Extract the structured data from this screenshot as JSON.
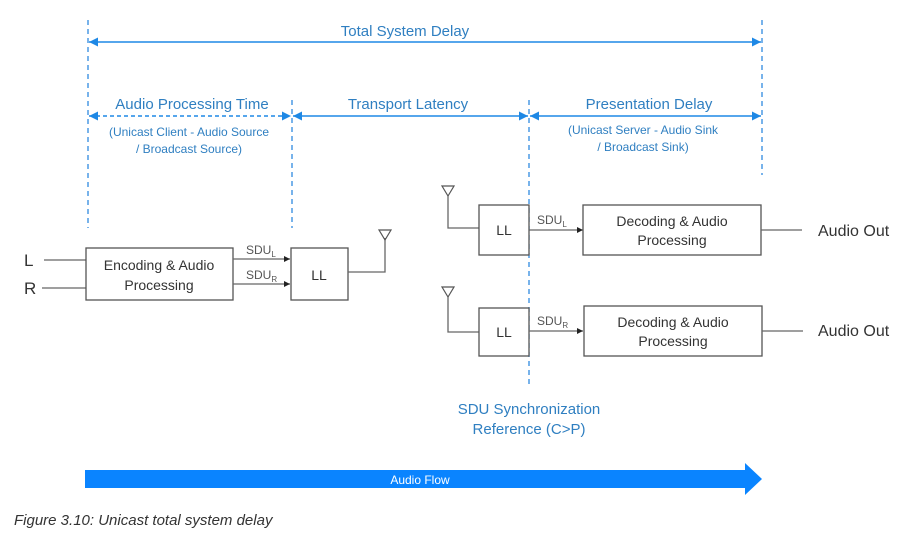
{
  "diagram": {
    "total_delay_label": "Total System Delay",
    "audio_processing_time_label": "Audio Processing Time",
    "audio_processing_sub_line1": "(Unicast Client - Audio Source",
    "audio_processing_sub_line2": "/ Broadcast Source)",
    "transport_latency_label": "Transport Latency",
    "presentation_delay_label": "Presentation Delay",
    "presentation_sub_line1": "(Unicast Server - Audio Sink",
    "presentation_sub_line2": "/ Broadcast Sink)",
    "input_left_label": "L",
    "input_right_label": "R",
    "encoder_line1": "Encoding & Audio",
    "encoder_line2": "Processing",
    "sdu_prefix": "SDU",
    "sdu_left_sub": "L",
    "sdu_right_sub": "R",
    "ll_label": "LL",
    "decoder_line1": "Decoding & Audio",
    "decoder_line2": "Processing",
    "audio_out_label": "Audio Out",
    "sync_ref_line1": "SDU Synchronization",
    "sync_ref_line2": "Reference (C>P)",
    "audio_flow_label": "Audio Flow"
  },
  "colors": {
    "accent_blue": "#1e88e5",
    "flow_arrow": "#0a84ff",
    "label_blue": "#2f7fc1"
  },
  "caption": "Figure 3.10: Unicast total system delay"
}
